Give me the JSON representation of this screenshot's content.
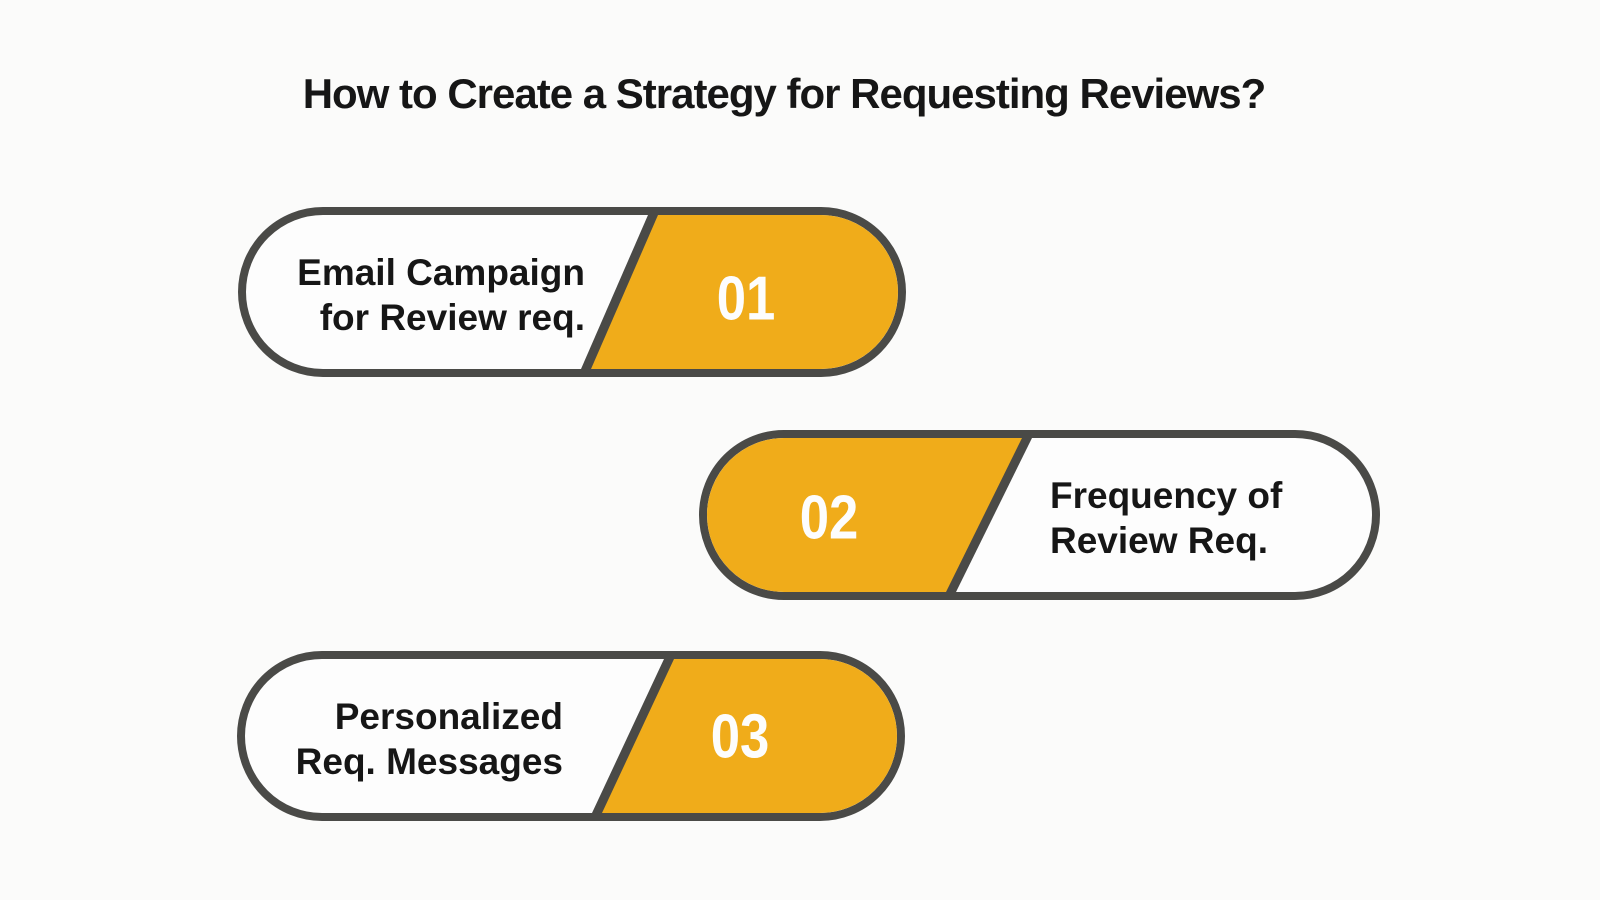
{
  "title": "How to Create a Strategy for Requesting Reviews?",
  "colors": {
    "accent": "#F0AC1A",
    "outline": "#4A4A47",
    "text": "#161616",
    "number": "#FDFDFD",
    "background": "#FBFBFA"
  },
  "steps": [
    {
      "number": "01",
      "label_line1": "Email Campaign",
      "label_line2": "for Review req.",
      "number_side": "right"
    },
    {
      "number": "02",
      "label_line1": "Frequency of",
      "label_line2": "Review Req.",
      "number_side": "left"
    },
    {
      "number": "03",
      "label_line1": "Personalized",
      "label_line2": "Req. Messages",
      "number_side": "right"
    }
  ]
}
